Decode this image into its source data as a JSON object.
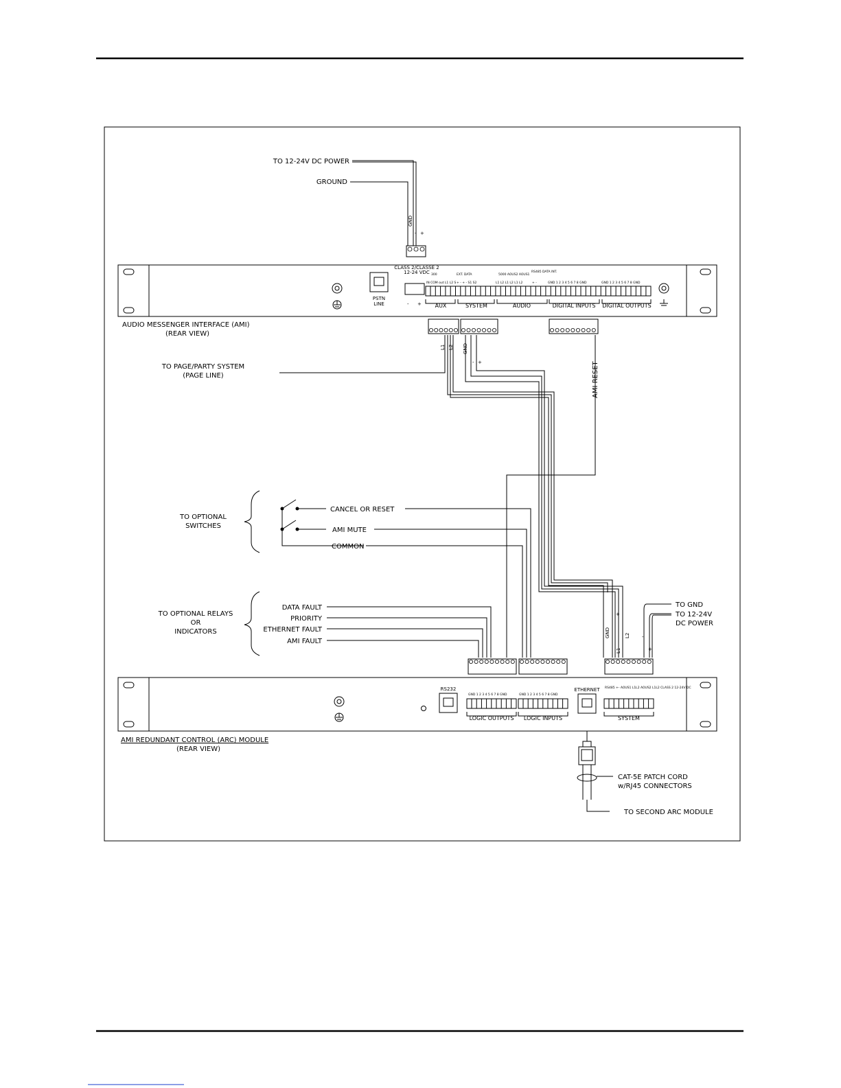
{
  "ami": {
    "title": "AUDIO MESSENGER INTERFACE (AMI)",
    "view": "(REAR VIEW)",
    "power_header_1": "CLASS 2/CLASSE 2",
    "power_header_2": "12-24 VDC",
    "pstn_1": "PSTN",
    "pstn_2": "LINE",
    "pins_aux": "IN COM out L1 L2 S",
    "pins_system": "+ - + - S1 S2",
    "pins_audio": "L1 L2 L1 L2 L1 L2",
    "pins_data": "+ -",
    "pins_digital": "GND 1 2 3 4 5 6 7 8 GND",
    "pins_outputs": "GND 1 2 3 4 5 6 7 8 GND",
    "group_labels": {
      "a": "300",
      "b": "EXT. DATA",
      "c": "5000 AOUS2 AOUS1",
      "d": "RS485 DATA INT."
    },
    "sections": [
      "AUX",
      "SYSTEM",
      "AUDIO",
      "DIGITAL INPUTS",
      "DIGITAL OUTPUTS"
    ]
  },
  "power": {
    "to_dc": "TO 12-24V DC POWER",
    "ground": "GROUND",
    "gnd": "GND",
    "minus": "-",
    "plus": "+"
  },
  "page": {
    "line1": "TO PAGE/PARTY SYSTEM",
    "line2": "(PAGE LINE)",
    "l1": "L1",
    "l2": "L2",
    "gnd": "GND",
    "minus": "-",
    "plus": "+",
    "ami_reset": "AMI RESET"
  },
  "switches": {
    "line1": "TO OPTIONAL",
    "line2": "SWITCHES",
    "cancel": "CANCEL OR RESET",
    "mute": "AMI MUTE",
    "common": "COMMON"
  },
  "relays": {
    "line1": "TO OPTIONAL RELAYS",
    "line2": "OR",
    "line3": "INDICATORS",
    "data_fault": "DATA FAULT",
    "priority": "PRIORITY",
    "ethernet_fault": "ETHERNET FAULT",
    "ami_fault": "AMI FAULT"
  },
  "arc": {
    "title": "AMI REDUNDANT CONTROL (ARC) MODULE",
    "view": "(REAR VIEW)",
    "rs232": "RS232",
    "ethernet": "ETHERNET",
    "pins_logic_out": "GND 1 2 3 4 5 6 7 8 GND",
    "pins_logic_in": "GND 1 2 3 4 5 6 7 8 GND",
    "pins_system": "RS485 +- AOUS1 L1L2 AOUS2 L1L2 CLASS 2 12-24V DC",
    "sections": [
      "LOGIC OUTPUTS",
      "LOGIC INPUTS",
      "SYSTEM"
    ],
    "gnd": "GND",
    "plus": "+",
    "l1": "L1",
    "l2": "L2",
    "minus": "-",
    "plus2": "+"
  },
  "right_power": {
    "to_gnd": "TO GND",
    "to_dc_1": "TO 12-24V",
    "to_dc_2": "DC POWER"
  },
  "cable": {
    "line1": "CAT-5E PATCH CORD",
    "line2": "w/RJ45 CONNECTORS",
    "second": "TO SECOND ARC MODULE"
  }
}
